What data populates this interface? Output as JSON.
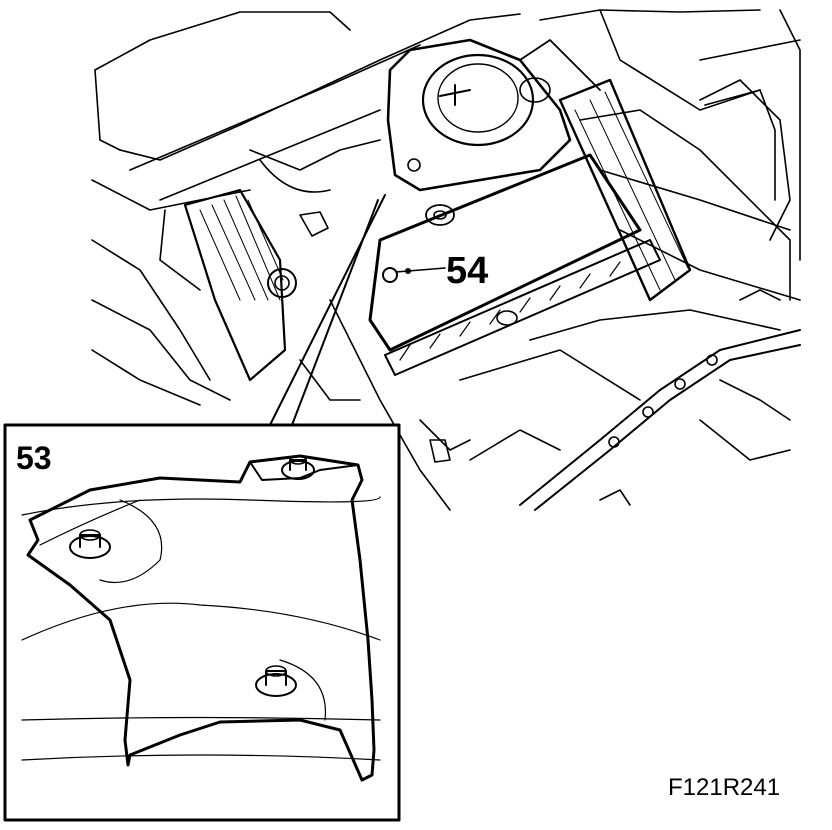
{
  "callouts": {
    "part_53": "53",
    "part_54": "54"
  },
  "figure_id": "F121R241",
  "colors": {
    "line": "#000000",
    "background": "#ffffff"
  }
}
